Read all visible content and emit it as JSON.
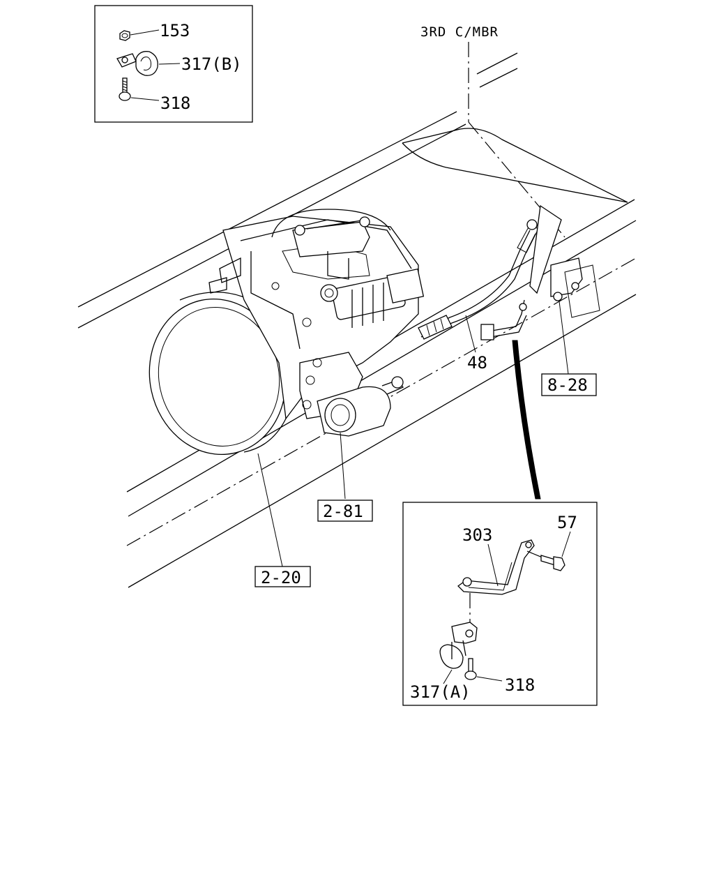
{
  "header": {
    "member_label": "3RD C/MBR"
  },
  "inset_top": {
    "labels": {
      "nut": "153",
      "clip": "317(B)",
      "bolt": "318"
    }
  },
  "inset_bottom": {
    "labels": {
      "bracket": "303",
      "bolt": "57",
      "clip": "317(A)",
      "screw": "318"
    }
  },
  "callouts": {
    "hose": "48"
  },
  "references": {
    "transmission": "2-20",
    "actuator": "2-81",
    "frame": "8-28"
  }
}
